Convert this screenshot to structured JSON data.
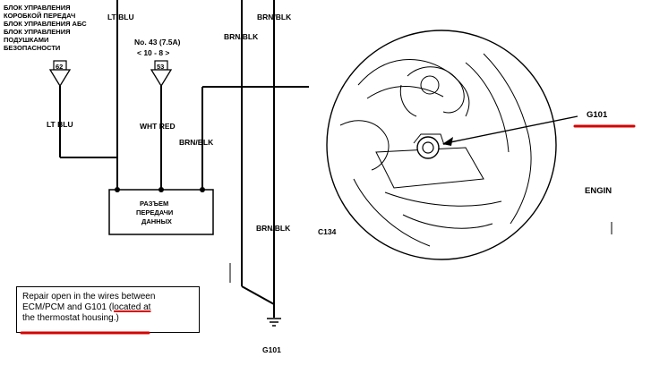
{
  "left_labels": [
    "БЛОК УПРАВЛЕНИЯ",
    "КОРОБКОЙ ПЕРЕДАЧ",
    "БЛОК УПРАВЛЕНИЯ АБС",
    "БЛОК УПРАВЛЕНИЯ",
    "ПОДУШКАМИ",
    "БЕЗОПАСНОСТИ"
  ],
  "fuse_label": "No. 43 (7.5A)",
  "fuse_sub": "< 10 - 8 >",
  "terminal_62": "62",
  "terminal_53": "53",
  "wire_lt_blu": "LT BLU",
  "wire_wht_red": "WHT RED",
  "wire_brn_blk": "BRN/BLK",
  "connector_lines": [
    "РАЗЪЕМ",
    "ПЕРЕДАЧИ",
    "ДАННЫХ"
  ],
  "ground_label": "G101",
  "connector_id": "C134",
  "callout_g101": "G101",
  "engine_label": "ENGIN",
  "note": {
    "line1": "Repair open in the wires between",
    "line2_a": "ECM/PCM and G101 ",
    "line2_b": "(located at",
    "line3": "the thermostat housing.)"
  },
  "colors": {
    "ink": "#000000",
    "highlight": "#d40000"
  }
}
